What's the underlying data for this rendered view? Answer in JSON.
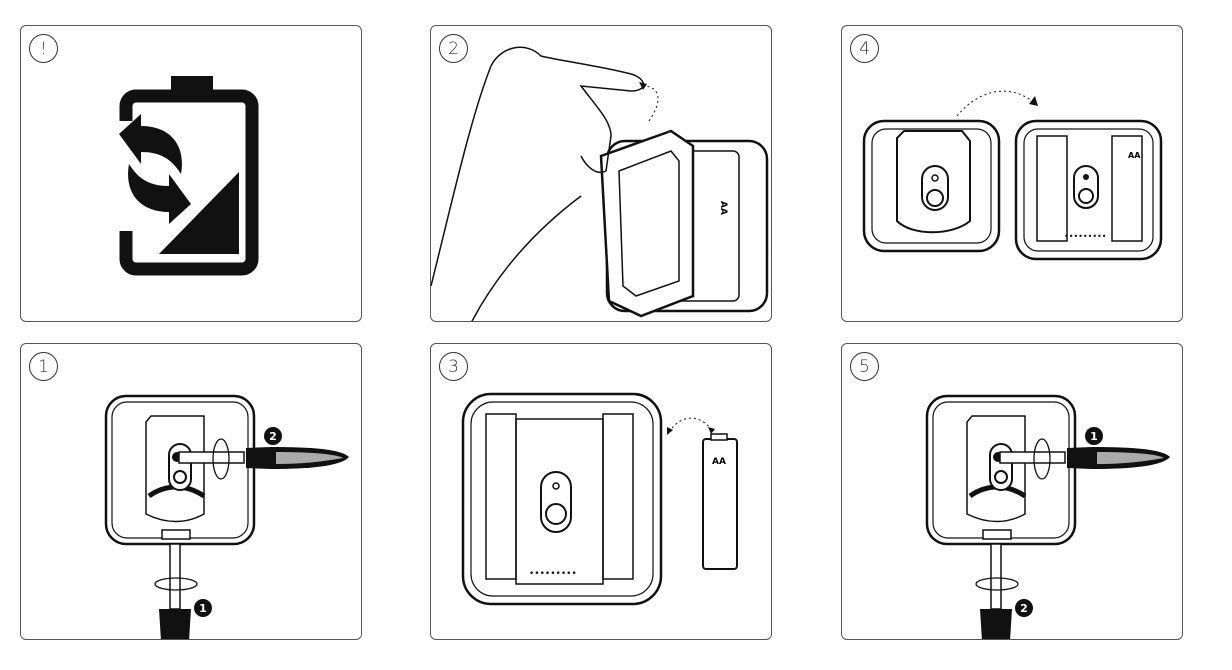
{
  "panels": [
    {
      "id": "warning",
      "step": "!"
    },
    {
      "id": "remove-cover",
      "step": "2"
    },
    {
      "id": "swap-cover",
      "step": "4"
    },
    {
      "id": "unscrew",
      "step": "1"
    },
    {
      "id": "replace-battery",
      "step": "3"
    },
    {
      "id": "rescrew",
      "step": "5"
    }
  ],
  "labels": {
    "battery_type": "AA",
    "order_first": "1",
    "order_second": "2"
  }
}
